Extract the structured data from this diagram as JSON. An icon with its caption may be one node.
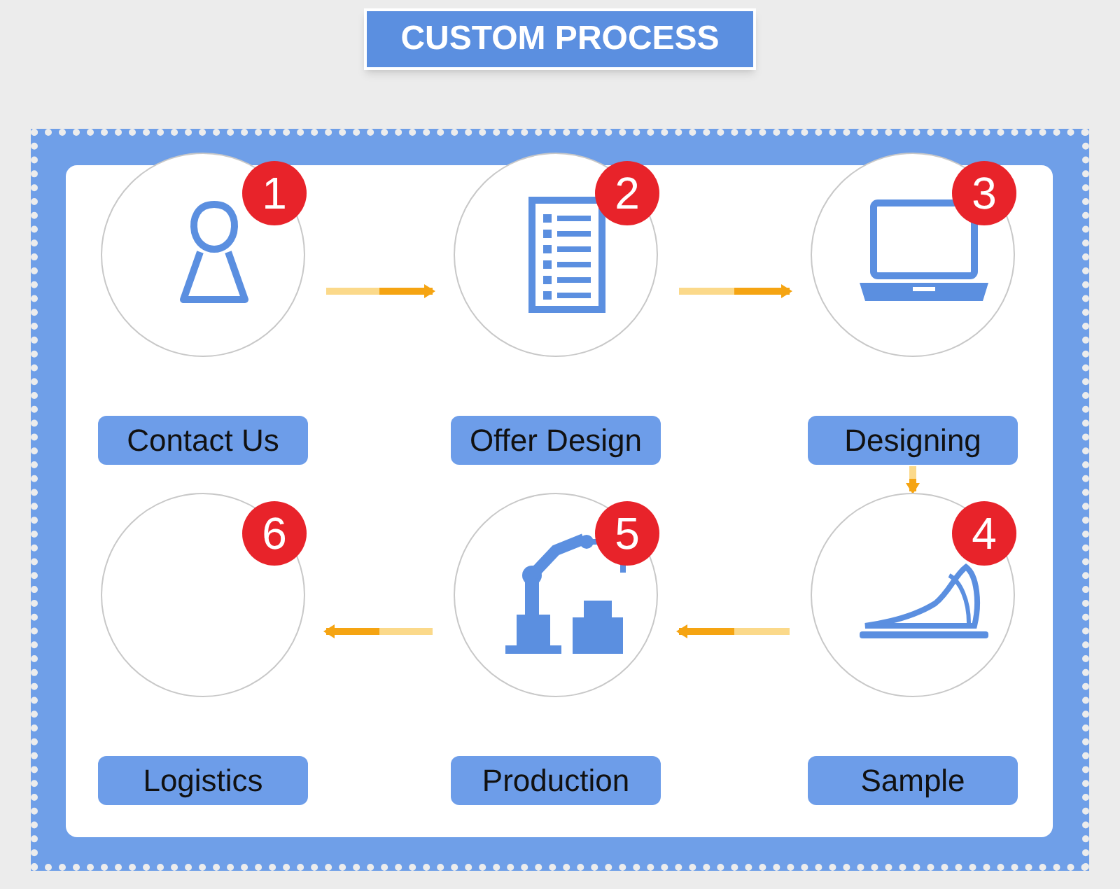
{
  "diagram": {
    "title": "CUSTOM PROCESS",
    "nodes": [
      {
        "text": [
          "1"
        ],
        "beside": [
          "Contact Us"
        ]
      },
      {
        "text": [
          "2"
        ],
        "beside": [
          "Offer Design"
        ]
      },
      {
        "text": [
          "3"
        ],
        "beside": [
          "Designing"
        ]
      },
      {
        "text": [
          "4"
        ],
        "beside": [
          "Sample"
        ]
      },
      {
        "text": [
          "5"
        ],
        "beside": [
          "Production"
        ]
      },
      {
        "text": [
          "6"
        ],
        "beside": [
          "Logistics"
        ]
      }
    ],
    "edges": [
      {
        "from": 0,
        "to": 1,
        "arrow": "to"
      },
      {
        "from": 1,
        "to": 2,
        "arrow": "to"
      },
      {
        "from": 2,
        "to": 3,
        "arrow": "to"
      },
      {
        "from": 3,
        "to": 4,
        "arrow": "to"
      },
      {
        "from": 4,
        "to": 5,
        "arrow": "to"
      }
    ]
  }
}
